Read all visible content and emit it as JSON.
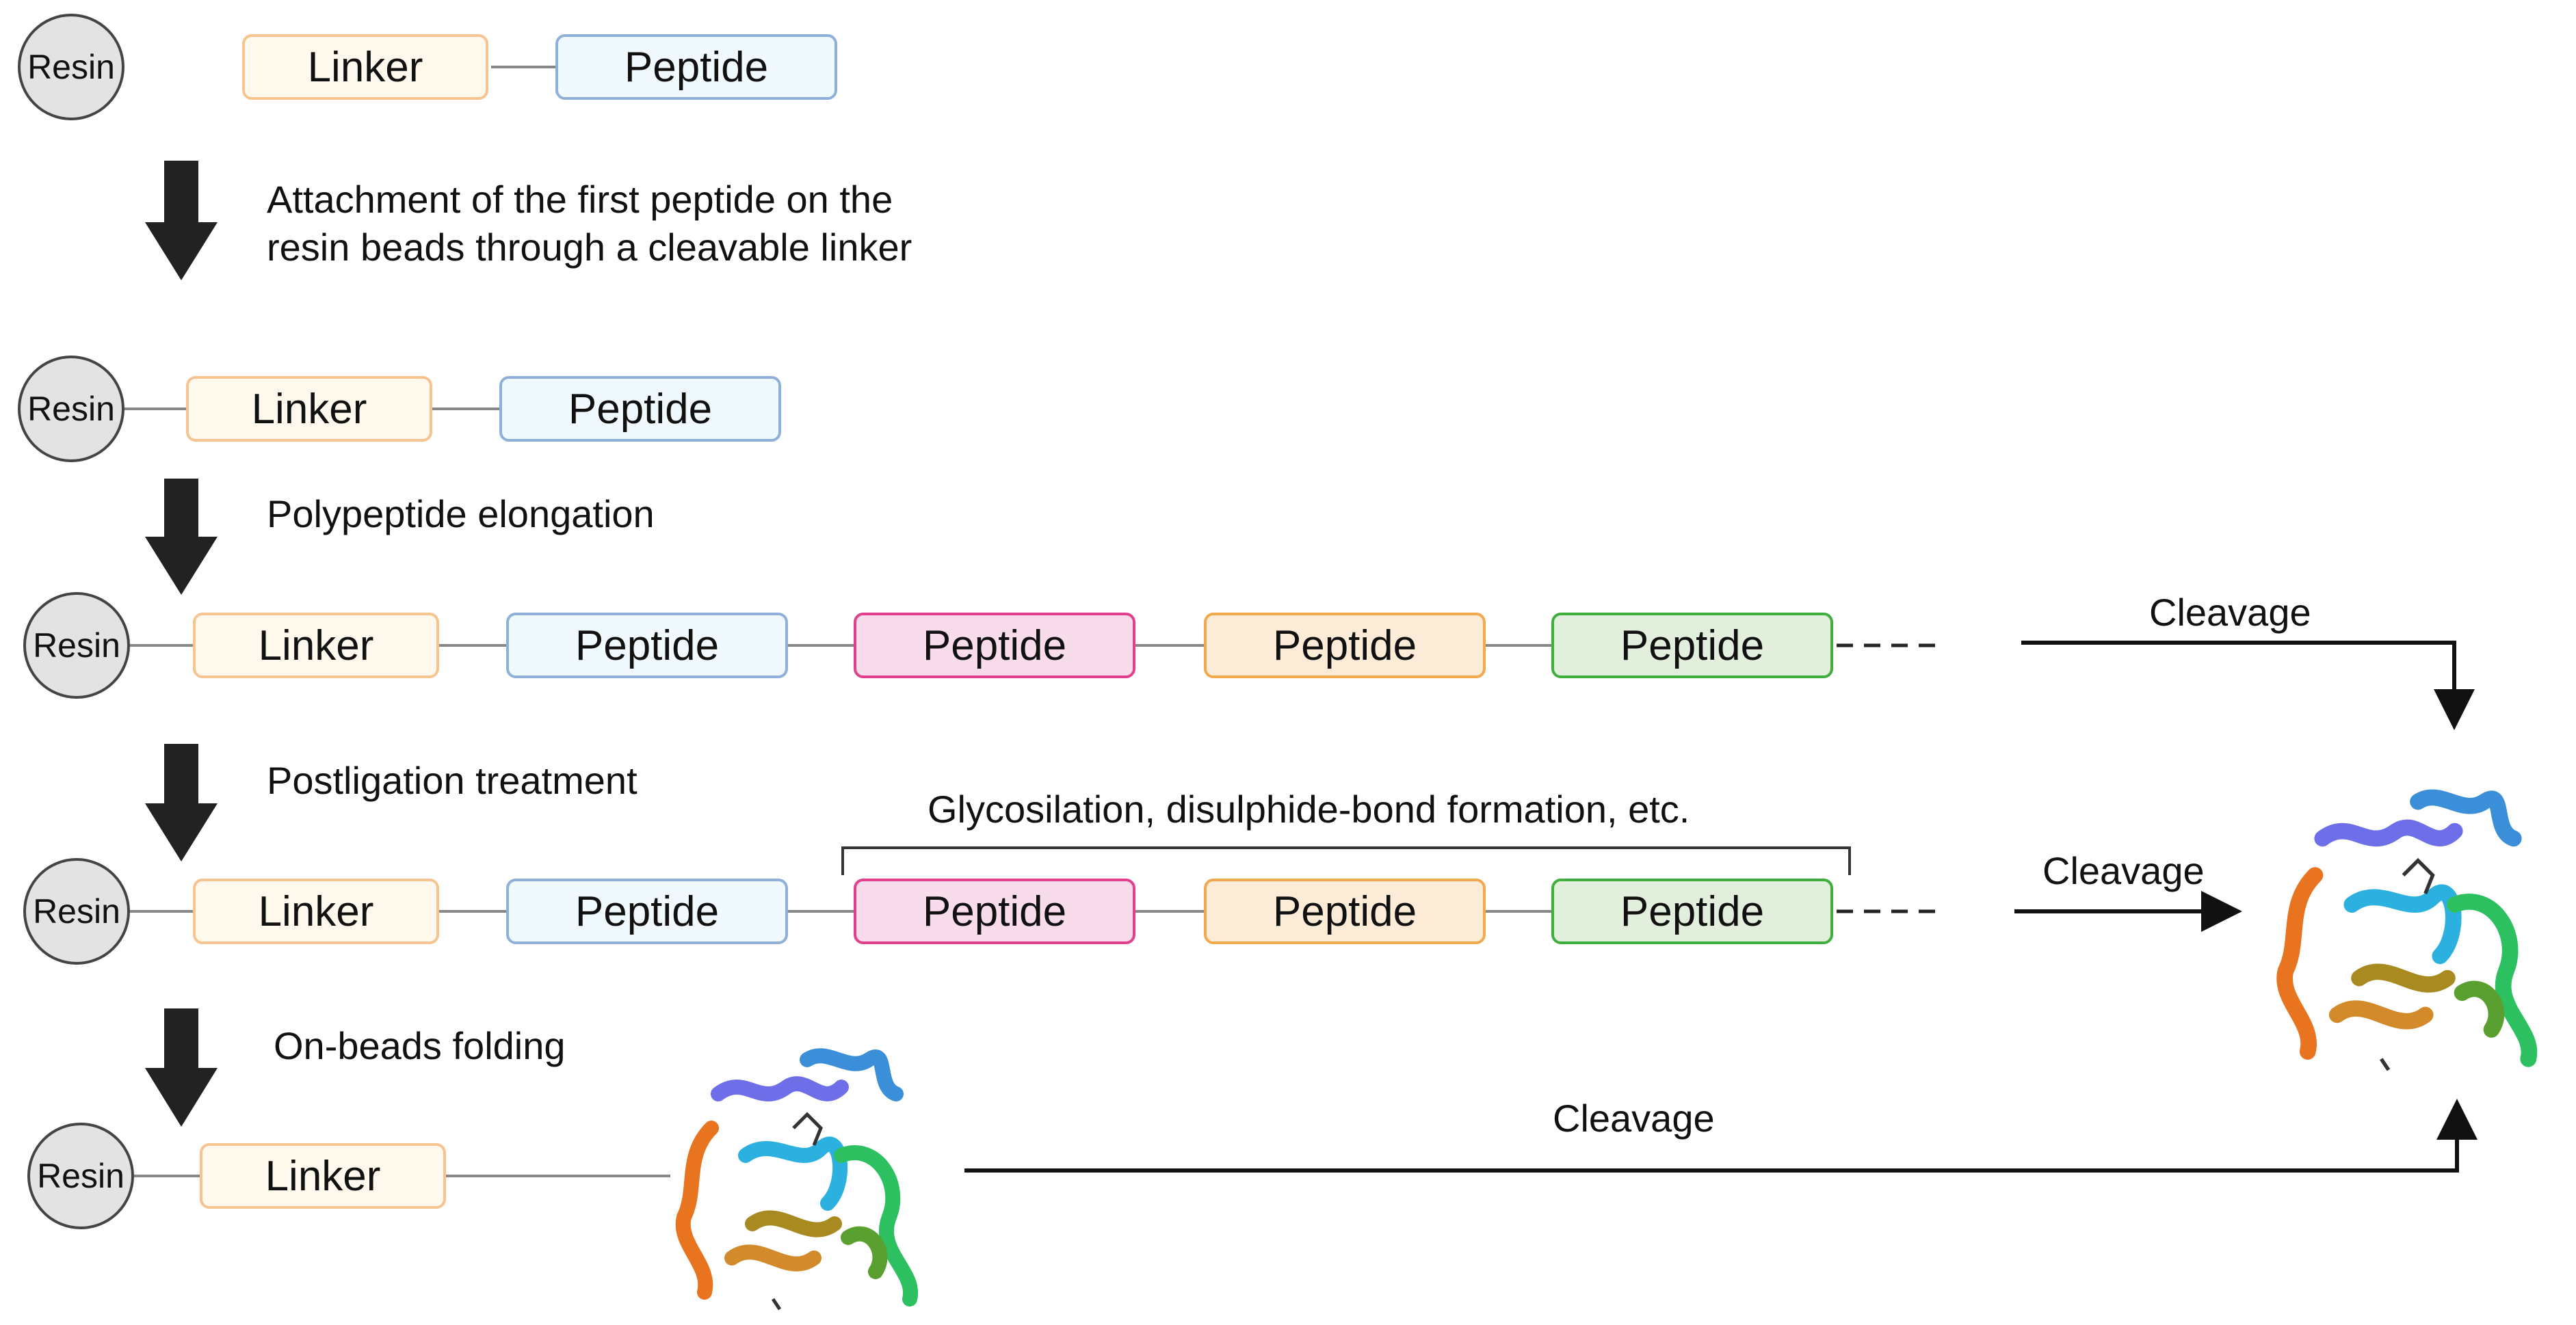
{
  "rows": {
    "row1": {
      "resin": "Resin",
      "linker": "Linker",
      "peptide": "Peptide"
    },
    "row2": {
      "resin": "Resin",
      "linker": "Linker",
      "peptide": "Peptide"
    },
    "row3": {
      "resin": "Resin",
      "linker": "Linker",
      "peptides": [
        "Peptide",
        "Peptide",
        "Peptide",
        "Peptide"
      ]
    },
    "row4": {
      "resin": "Resin",
      "linker": "Linker",
      "peptides": [
        "Peptide",
        "Peptide",
        "Peptide",
        "Peptide"
      ]
    },
    "row5": {
      "resin": "Resin",
      "linker": "Linker"
    }
  },
  "steps": {
    "attachment_line1": "Attachment of the first peptide on the",
    "attachment_line2": "resin beads through a cleavable linker",
    "elongation": "Polypeptide elongation",
    "postligation": "Postligation treatment",
    "folding": "On-beads folding"
  },
  "modification_label": "Glycosilation, disulphide-bond formation, etc.",
  "cleavage": {
    "top": "Cleavage",
    "middle": "Cleavage",
    "bottom": "Cleavage"
  },
  "colors": {
    "linker_fill": "#fff8ec",
    "linker_border": "#f5c491",
    "peptide_blue": "#8fb0d9",
    "peptide_pink": "#e0408c",
    "peptide_orange": "#f2a94e",
    "peptide_green": "#3fae3c"
  },
  "icons": [
    "down-arrow-icon",
    "right-arrow-icon",
    "protein-structure-icon"
  ]
}
